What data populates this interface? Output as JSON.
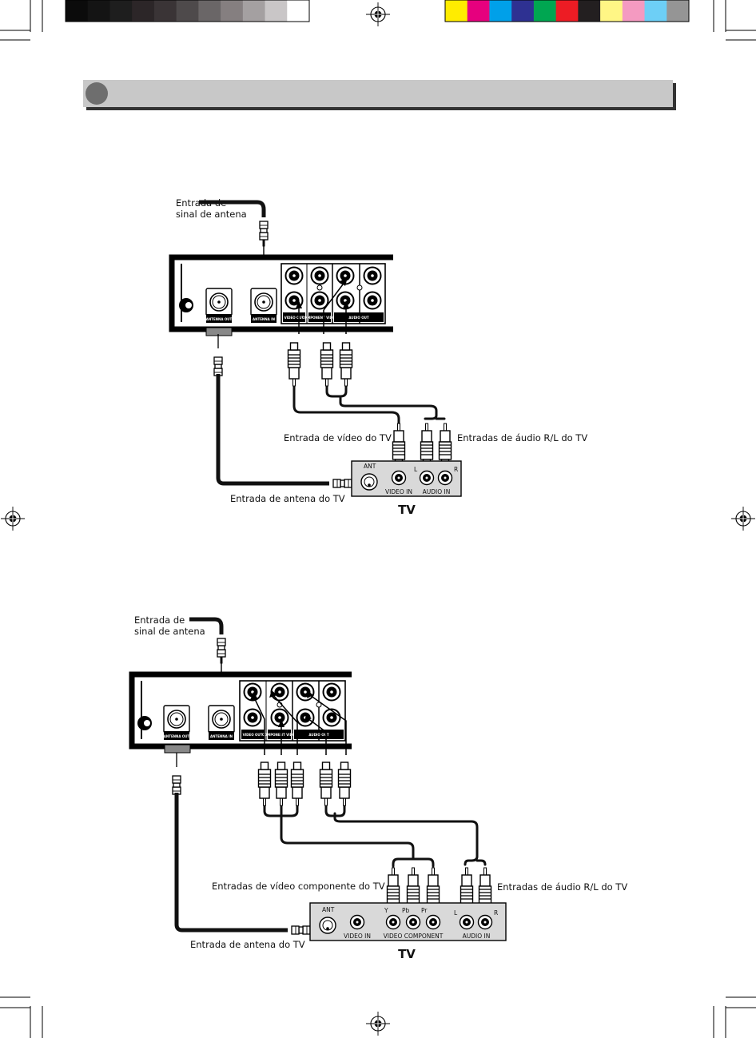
{
  "color_bar": {
    "grays": [
      "#0b0b0b",
      "#141414",
      "#1e1e1e",
      "#2c2628",
      "#3a3436",
      "#4e4a4b",
      "#6a6667",
      "#857f80",
      "#a4a0a1",
      "#c9c6c7",
      "#ffffff"
    ],
    "colors": [
      "#ffec00",
      "#e6007e",
      "#00a0e9",
      "#2e3192",
      "#00a651",
      "#ed1c24",
      "#231f20",
      "#fff685",
      "#f49ac1",
      "#6dcff6",
      "#959595"
    ]
  },
  "header": {
    "bar_color": "#c8c8c8",
    "bullet_color": "#6e6e6e"
  },
  "diagram1": {
    "antenna_signal_label": [
      "Entrada de",
      "sinal de antena"
    ],
    "panel_labels": {
      "antenna_out": "ANTENNA OUT",
      "antenna_in": "ANTENNA IN",
      "video_out": "VIDEO OUT",
      "component": "COMPONENT VIDEO",
      "audio_out": "AUDIO OUT"
    },
    "video_label": "Entrada de vídeo do TV",
    "audio_label": "Entradas de áudio R/L do TV",
    "antenna_label": "Entrada de antena do TV",
    "tv": {
      "ant": "ANT",
      "video_in": "VIDEO IN",
      "audio_in": "AUDIO IN",
      "l": "L",
      "r": "R",
      "title": "TV"
    }
  },
  "diagram2": {
    "antenna_signal_label": [
      "Entrada de",
      "sinal de antena"
    ],
    "panel_labels": {
      "antenna_out": "ANTENNA OUT",
      "antenna_in": "ANTENNA IN",
      "video_out": "VIDEO OUT",
      "component": "COMPONENT VIDEO",
      "audio_out": "AUDIO OUT"
    },
    "component_label": "Entradas de vídeo componente do TV",
    "audio_label": "Entradas de áudio R/L do TV",
    "antenna_label": "Entrada de antena do TV",
    "tv": {
      "ant": "ANT",
      "video_in": "VIDEO IN",
      "video_component": "VIDEO COMPONENT",
      "audio_in": "AUDIO IN",
      "y": "Y",
      "pb": "Pb",
      "pr": "Pr",
      "l": "L",
      "r": "R",
      "title": "TV"
    }
  }
}
